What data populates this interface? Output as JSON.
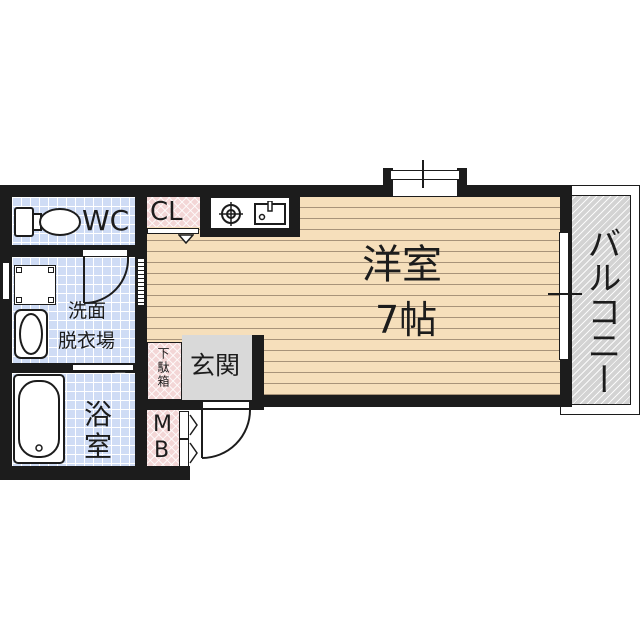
{
  "floor_plan": {
    "rooms": {
      "main_room": {
        "name": "洋室",
        "size": "7帖"
      },
      "toilet": {
        "name": "WC"
      },
      "washroom": {
        "line1": "洗面",
        "line2": "脱衣場"
      },
      "bathroom": {
        "line1": "浴",
        "line2": "室"
      },
      "entrance": {
        "name": "玄関"
      },
      "closet": {
        "name": "CL"
      },
      "shoe_box": {
        "name": "下駄箱"
      },
      "meter_box": {
        "line1": "M",
        "line2": "B"
      },
      "balcony": {
        "name": "バルコニー"
      }
    },
    "colors": {
      "wall": "#1c1c1c",
      "wood_floor": "#f6dfbb",
      "tile_floor": "#cfdcf5",
      "storage": "#f3d6d6",
      "entrance_floor": "#d9d9d9",
      "balcony": "#d3d3d3"
    }
  }
}
